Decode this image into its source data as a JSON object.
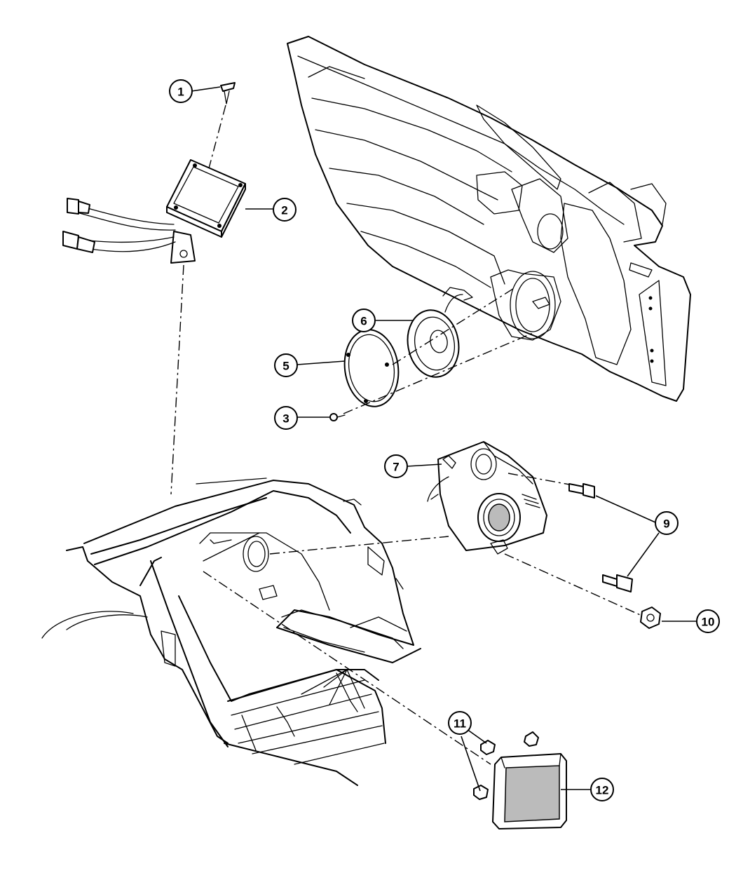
{
  "callouts": [
    {
      "id": "c1",
      "label": "1"
    },
    {
      "id": "c2",
      "label": "2"
    },
    {
      "id": "c3",
      "label": "3"
    },
    {
      "id": "c5",
      "label": "5"
    },
    {
      "id": "c6",
      "label": "6"
    },
    {
      "id": "c7",
      "label": "7"
    },
    {
      "id": "c9",
      "label": "9"
    },
    {
      "id": "c10",
      "label": "10"
    },
    {
      "id": "c11",
      "label": "11"
    },
    {
      "id": "c12",
      "label": "12"
    }
  ]
}
